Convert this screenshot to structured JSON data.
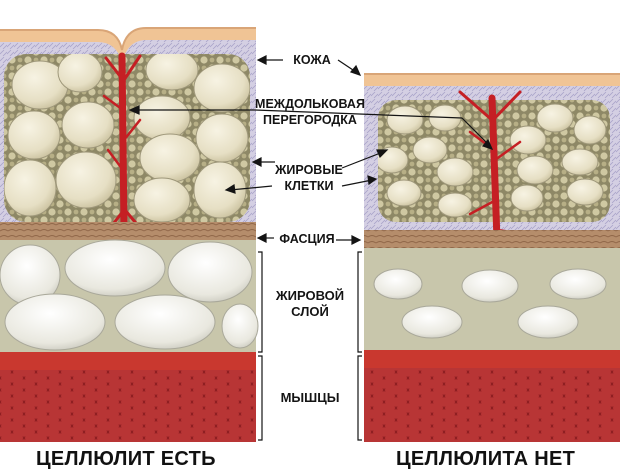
{
  "labels": {
    "skin": "КОЖА",
    "septum_line1": "МЕЖДОЛЬКОВАЯ",
    "septum_line2": "ПЕРЕГОРОДКА",
    "fat_cells_line1": "ЖИРОВЫЕ",
    "fat_cells_line2": "КЛЕТКИ",
    "fascia": "ФАСЦИЯ",
    "fat_layer_line1": "ЖИРОВОЙ",
    "fat_layer_line2": "СЛОЙ",
    "muscles": "МЫШЦЫ"
  },
  "captions": {
    "left": "ЦЕЛЛЮЛИТ ЕСТЬ",
    "right": "ЦЕЛЛЮЛИТА НЕТ"
  },
  "colors": {
    "skin_surface": "#f1c79a",
    "dermis": "#cfc9e0",
    "fat_lobule": "#6e6a4c",
    "fat_cell": "#ebe5cf",
    "septum": "#c51f24",
    "fascia": "#b08868",
    "deep_fat": "#c8c6ab",
    "muscle": "#a52a2a"
  }
}
